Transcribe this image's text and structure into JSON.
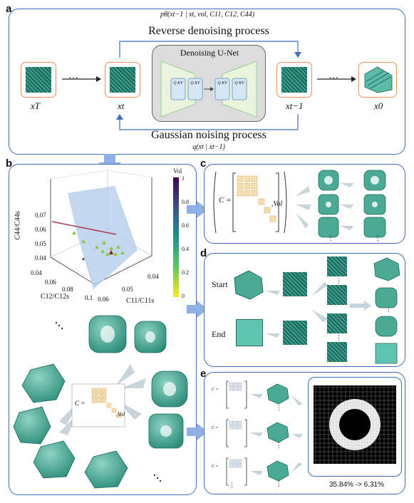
{
  "panels": {
    "a": "a",
    "b": "b",
    "c": "c",
    "d": "d",
    "e": "e"
  },
  "a": {
    "top_formula": "pθ(xt−1 | xt, vol, C11, C12, C44)",
    "reverse_label": "Reverse denoising process",
    "unet_title": "Denoising U-Net",
    "qkv": "Q KV",
    "forward_label": "Gaussian noising process",
    "bottom_formula": "q(xt | xt−1)",
    "nodes": [
      "xT",
      "xt",
      "xt−1",
      "x0"
    ],
    "ellipsis": "···"
  },
  "b": {
    "colorbar_title": "Vol",
    "colorbar_ticks": [
      "1",
      "0.8",
      "0.6",
      "0.4",
      "0.2",
      "0"
    ],
    "z_label": "C44/C44s",
    "z_ticks": [
      "0.07",
      "0.06",
      "0.05",
      "0.04"
    ],
    "x_label": "C12/C12s",
    "x_ticks": [
      "0.04",
      "0.06",
      "0.08",
      "0.1"
    ],
    "y_label": "C11/C11s",
    "y_ticks": [
      "0.06",
      "0.05",
      "0.04"
    ],
    "matrix_text": "C =",
    "vol_text": ",Vol"
  },
  "c": {
    "matrix_text": "C =",
    "vol_text": ",Vol",
    "dots": "⋮"
  },
  "d": {
    "start": "Start",
    "end": "End",
    "dots": "⋮"
  },
  "e": {
    "matrix_text": "C =",
    "dots": "⋮",
    "ratio": "35.84% -> 6.31%"
  },
  "colors": {
    "panel_border": "#3f6fb5",
    "arrow": "#8fb0e6",
    "structure": "#3a9c8a",
    "orange": "#e8925a"
  }
}
